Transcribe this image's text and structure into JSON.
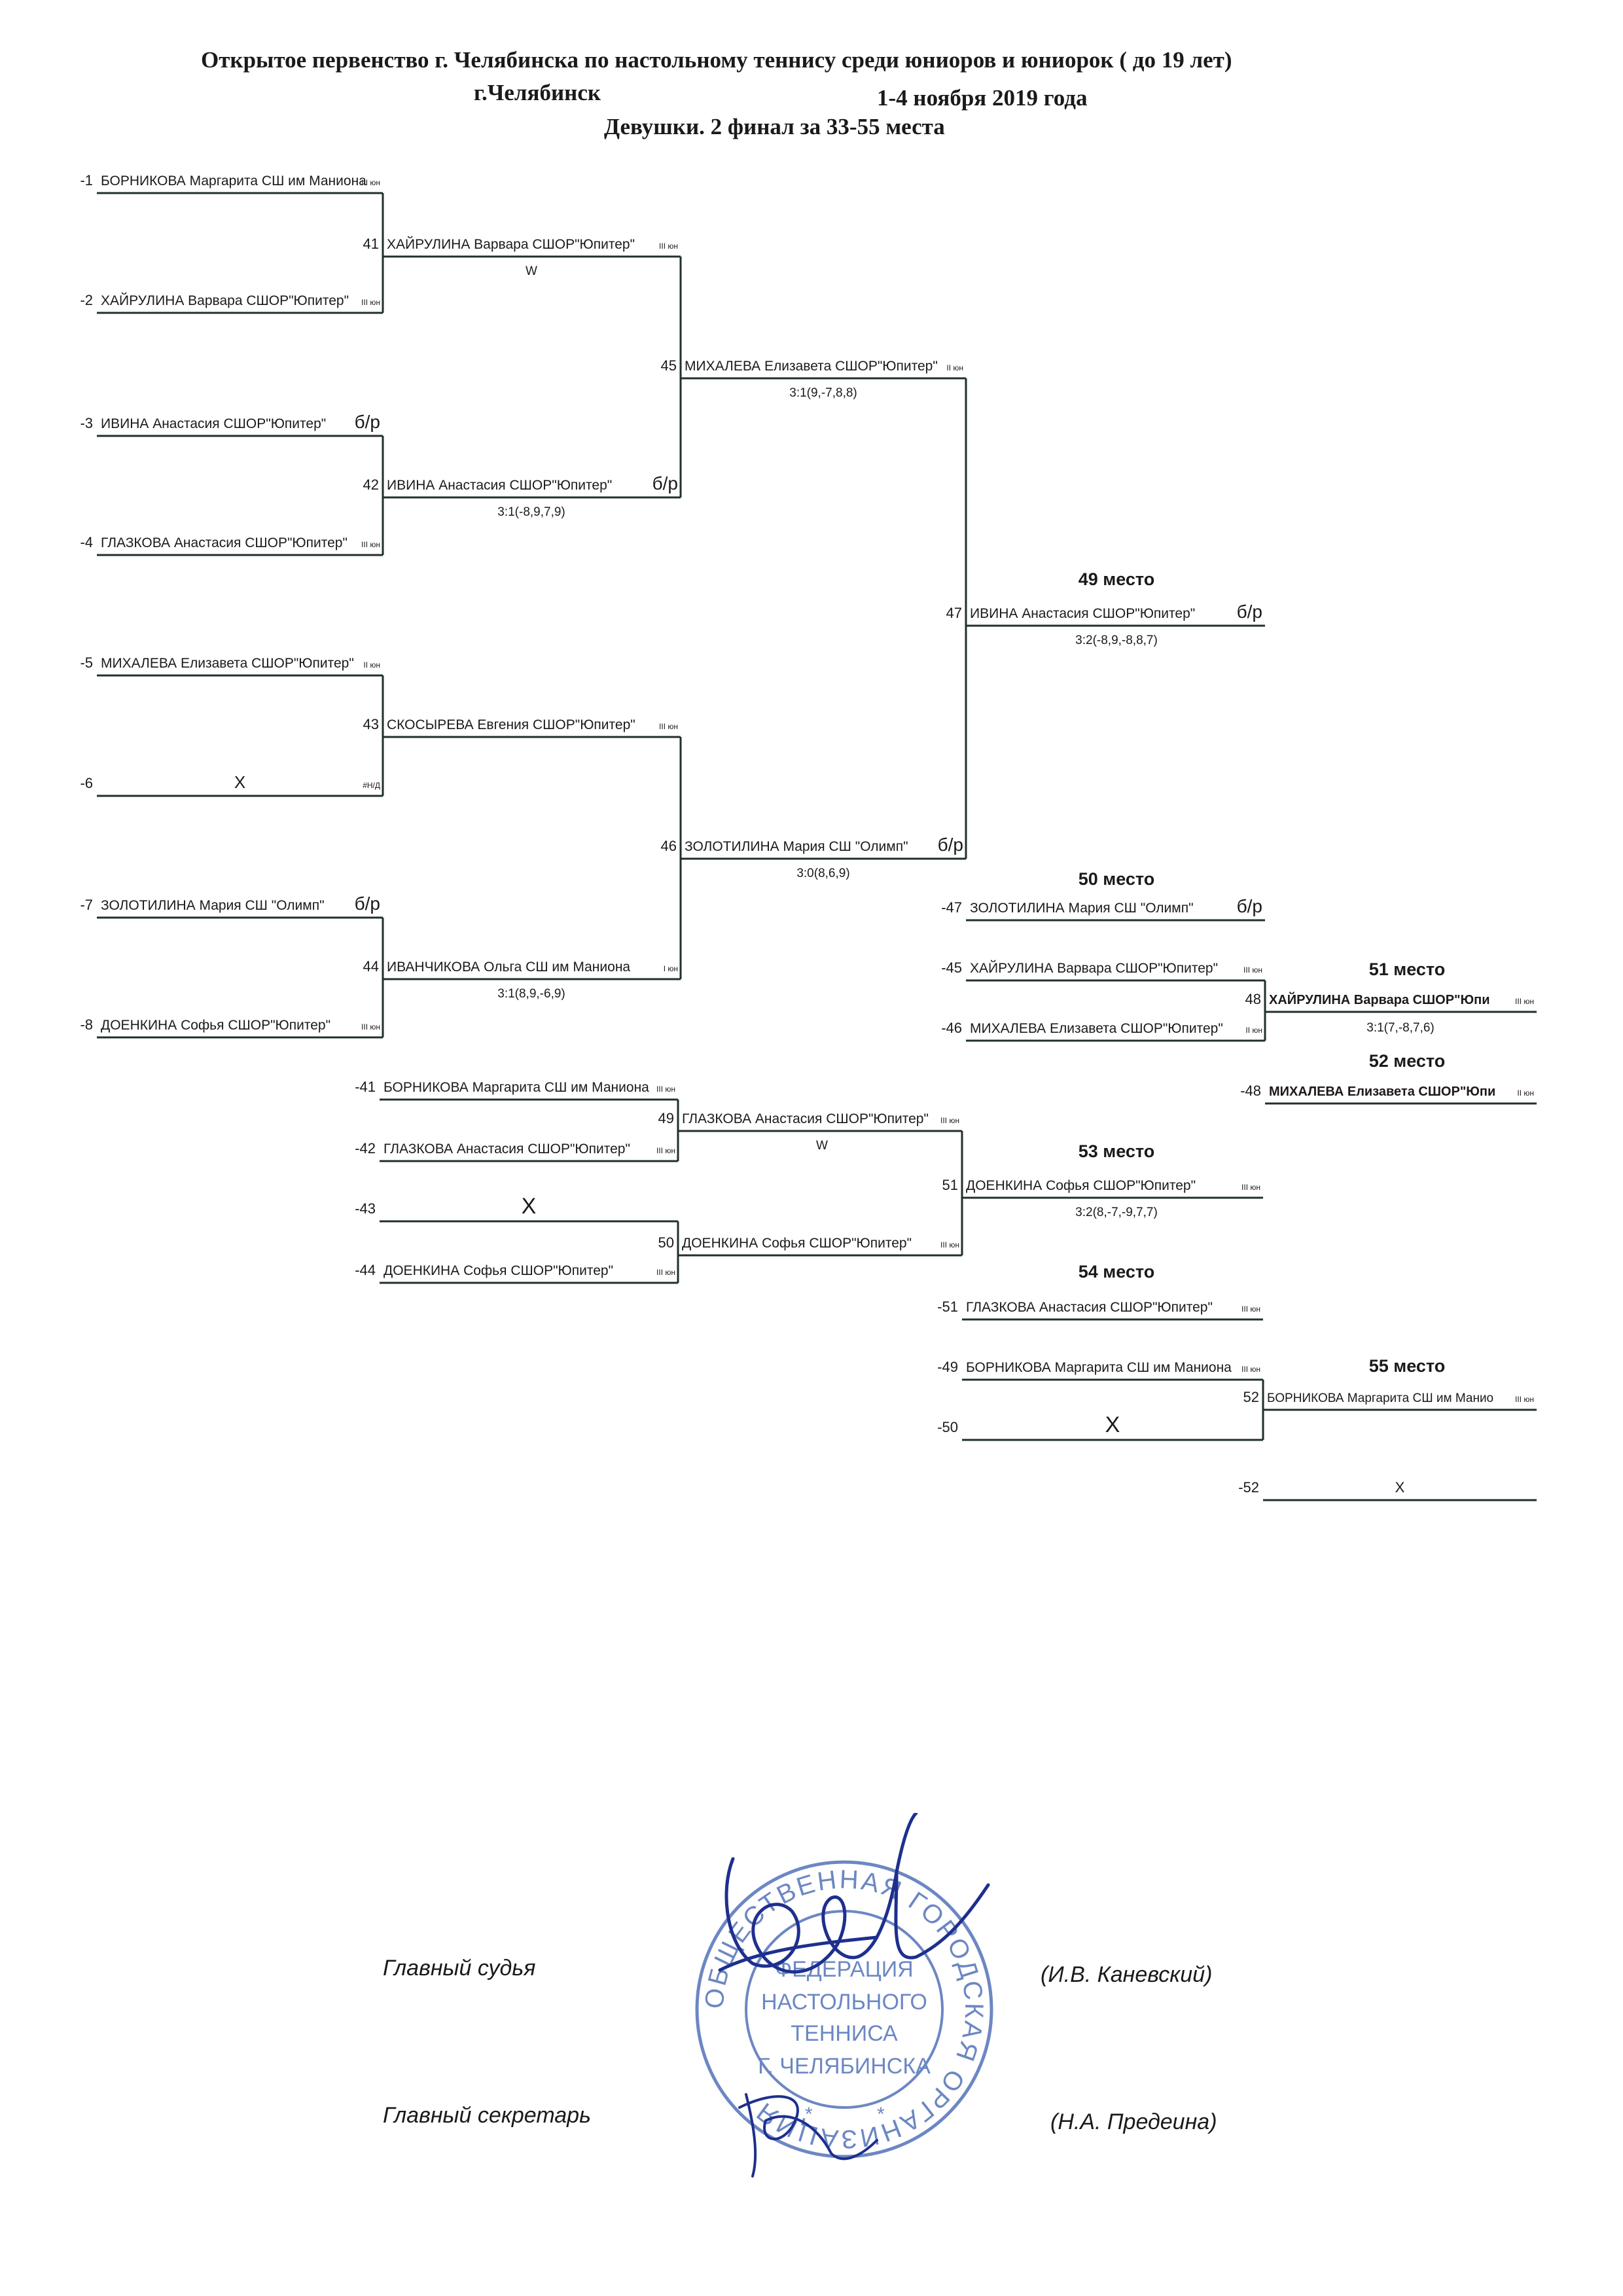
{
  "header": {
    "title": "Открытое первенство г. Челябинска по настольному теннису среди юниоров и юниорок ( до 19 лет)",
    "city": "г.Челябинск",
    "dates": "1-4 ноября  2019 года",
    "subtitle": "Девушки. 2 финал за 33-55 места"
  },
  "bracket": {
    "seeds": [
      {
        "num": "-1",
        "name": "БОРНИКОВА Маргарита  СШ им Маниона",
        "rank": "III юн"
      },
      {
        "num": "-2",
        "name": "ХАЙРУЛИНА Варвара  СШОР\"Юпитер\"",
        "rank": "III юн"
      },
      {
        "num": "-3",
        "name": "ИВИНА Анастасия  СШОР\"Юпитер\"",
        "rank": "б/р"
      },
      {
        "num": "-4",
        "name": "ГЛАЗКОВА Анастасия  СШОР\"Юпитер\"",
        "rank": "III юн"
      },
      {
        "num": "-5",
        "name": "МИХАЛЕВА Елизавета  СШОР\"Юпитер\"",
        "rank": "II юн"
      },
      {
        "num": "-6",
        "name": "Х",
        "rank": "#Н/Д"
      },
      {
        "num": "-7",
        "name": "ЗОЛОТИЛИНА Мария  СШ \"Олимп\"",
        "rank": "б/р"
      },
      {
        "num": "-8",
        "name": "ДОЕНКИНА Софья  СШОР\"Юпитер\"",
        "rank": "III юн"
      }
    ],
    "r1": [
      {
        "num": "41",
        "name": "ХАЙРУЛИНА Варвара  СШОР\"Юпитер\"",
        "rank": "III юн",
        "score": "W"
      },
      {
        "num": "42",
        "name": "ИВИНА Анастасия  СШОР\"Юпитер\"",
        "rank": "б/р",
        "score": "3:1(-8,9,7,9)"
      },
      {
        "num": "43",
        "name": "СКОСЫРЕВА Евгения  СШОР\"Юпитер\"",
        "rank": "III юн",
        "score": ""
      },
      {
        "num": "44",
        "name": "ИВАНЧИКОВА Ольга  СШ им Маниона",
        "rank": "I юн",
        "score": "3:1(8,9,-6,9)"
      }
    ],
    "r2": [
      {
        "num": "45",
        "name": "МИХАЛЕВА Елизавета  СШОР\"Юпитер\"",
        "rank": "II юн",
        "score": "3:1(9,-7,8,8)"
      },
      {
        "num": "46",
        "name": "ЗОЛОТИЛИНА Мария  СШ \"Олимп\"",
        "rank": "б/р",
        "score": "3:0(8,6,9)"
      }
    ],
    "r3": {
      "num": "47",
      "place": "49 место",
      "name": "ИВИНА Анастасия  СШОР\"Юпитер\"",
      "rank": "б/р",
      "score": "3:2(-8,9,-8,8,7)"
    },
    "place50": {
      "place": "50 место",
      "num": "-47",
      "name": "ЗОЛОТИЛИНА Мария  СШ \"Олимп\"",
      "rank": "б/р"
    },
    "m48": {
      "in1": {
        "num": "-45",
        "name": "ХАЙРУЛИНА Варвара  СШОР\"Юпитер\"",
        "rank": "III юн"
      },
      "in2": {
        "num": "-46",
        "name": "МИХАЛЕВА Елизавета  СШОР\"Юпитер\"",
        "rank": "II юн"
      },
      "win": {
        "num": "48",
        "place": "51 место",
        "name": "ХАЙРУЛИНА Варвара  СШОР\"Юпи",
        "rank": "III юн",
        "score": "3:1(7,-8,7,6)"
      },
      "lose": {
        "num": "-48",
        "place": "52 место",
        "name": "МИХАЛЕВА Елизавета  СШОР\"Юпи",
        "rank": "II юн"
      }
    },
    "cons": {
      "seeds": [
        {
          "num": "-41",
          "name": "БОРНИКОВА Маргарита  СШ им Маниона",
          "rank": "III юн"
        },
        {
          "num": "-42",
          "name": "ГЛАЗКОВА Анастасия  СШОР\"Юпитер\"",
          "rank": "III юн"
        },
        {
          "num": "-43",
          "name": "Х",
          "rank": ""
        },
        {
          "num": "-44",
          "name": "ДОЕНКИНА Софья  СШОР\"Юпитер\"",
          "rank": "III юн"
        }
      ],
      "r1": [
        {
          "num": "49",
          "name": "ГЛАЗКОВА Анастасия  СШОР\"Юпитер\"",
          "rank": "III юн",
          "score": "W"
        },
        {
          "num": "50",
          "name": "ДОЕНКИНА Софья  СШОР\"Юпитер\"",
          "rank": "III юн",
          "score": ""
        }
      ],
      "final": {
        "num": "51",
        "place": "53 место",
        "name": "ДОЕНКИНА Софья  СШОР\"Юпитер\"",
        "rank": "III юн",
        "score": "3:2(8,-7,-9,7,7)"
      },
      "place54": {
        "place": "54 место",
        "num": "-51",
        "name": "ГЛАЗКОВА Анастасия  СШОР\"Юпитер\"",
        "rank": "III юн"
      }
    },
    "m52": {
      "in1": {
        "num": "-49",
        "name": "БОРНИКОВА Маргарита  СШ им Маниона",
        "rank": "III юн"
      },
      "in2": {
        "num": "-50",
        "name": "Х",
        "rank": ""
      },
      "win": {
        "num": "52",
        "place": "55 место",
        "name": "БОРНИКОВА Маргарита  СШ им Манио",
        "rank": "III юн"
      },
      "lose": {
        "num": "-52",
        "name": "Х",
        "rank": ""
      }
    }
  },
  "signatures": {
    "judge_label": "Главный судья",
    "judge_name": "(И.В. Каневский)",
    "secretary_label": "Главный секретарь",
    "secretary_name": "(Н.А. Предеина)"
  },
  "stamp": {
    "ring_text": "ОБЩЕСТВЕННАЯ ГОРОДСКАЯ ОРГАНИЗАЦИЯ",
    "center_lines": [
      "ФЕДЕРАЦИЯ",
      "НАСТОЛЬНОГО",
      "ТЕННИСА",
      "Г. ЧЕЛЯБИНСКА"
    ]
  },
  "colors": {
    "line": "#20302a",
    "text": "#1a1a1a",
    "stamp": "#3b5fb0",
    "ink": "#1e2f8e"
  }
}
